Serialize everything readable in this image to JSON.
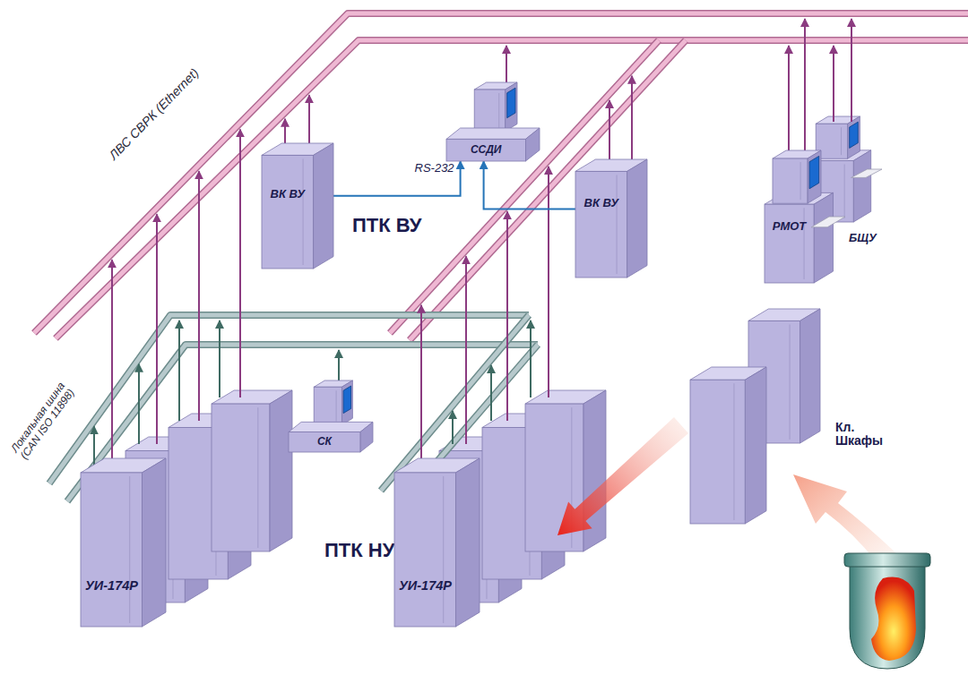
{
  "diagram": {
    "nodes": [
      {
        "text": [
          "ПТК ВУ"
        ]
      },
      {
        "text": [
          "ВК ВУ"
        ],
        "in": 0
      },
      {
        "text": [
          "ССДИ"
        ]
      },
      {
        "text": [
          "ВК ВУ"
        ],
        "in": 0
      },
      {
        "text": [
          "БЩУ"
        ],
        "in": 0
      },
      {
        "text": [
          "РМОТ"
        ],
        "in": 4
      },
      {
        "text": [
          "ПТК НУ"
        ]
      },
      {
        "text": [
          "УИ-174Р"
        ],
        "in": 6
      },
      {
        "text": [
          "СК"
        ]
      },
      {
        "text": [
          "УИ-174Р"
        ],
        "in": 6
      },
      {
        "text": [
          "Кл. Шкафы"
        ]
      }
    ],
    "edges": [
      {
        "from": 1,
        "to": 2,
        "arrow": "to",
        "label": "RS-232"
      },
      {
        "from": 3,
        "to": 2,
        "arrow": "to"
      },
      {
        "from": 10,
        "to": 6,
        "arrow": "to"
      }
    ],
    "labels": [
      "ЛВС СВРК (Ethernet)",
      "Локальная шина (CAN ISO 11898)"
    ]
  }
}
